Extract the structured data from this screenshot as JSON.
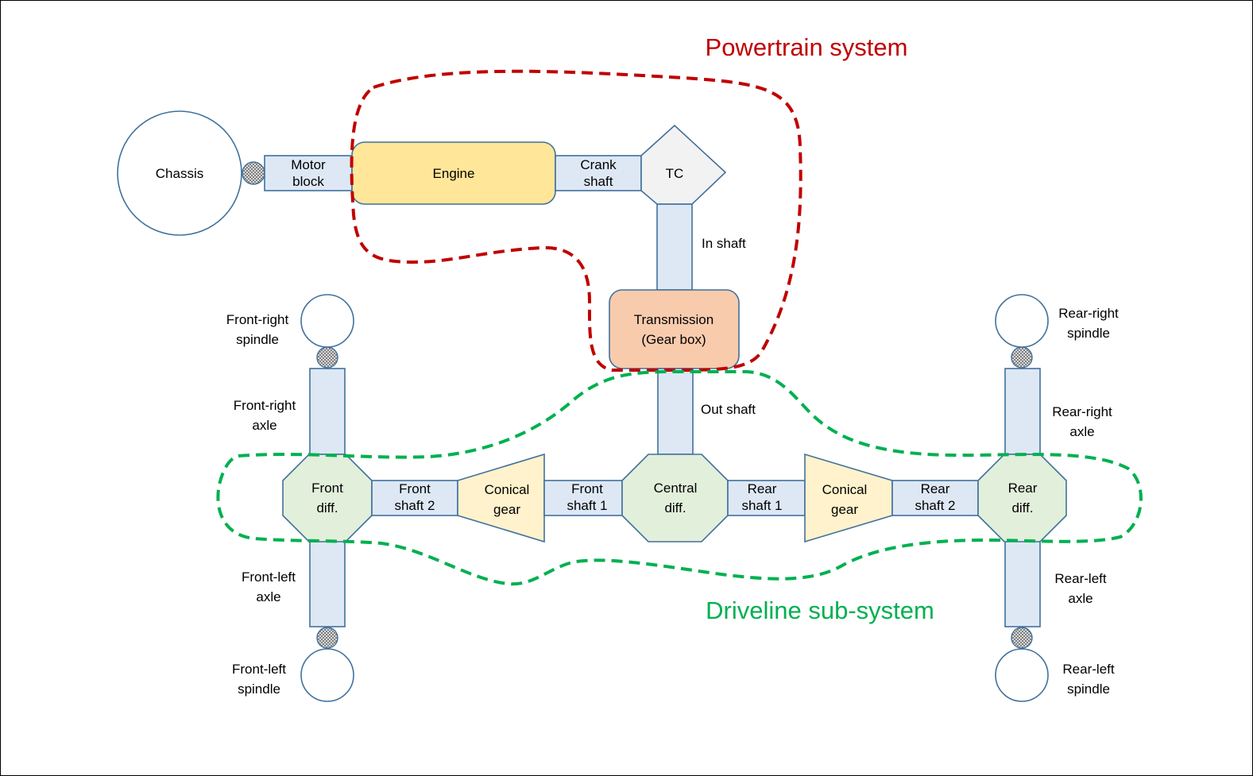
{
  "colors": {
    "powertrain": "#c00000",
    "driveline": "#00b050",
    "shaft_fill": "#dee8f5",
    "engine_fill": "#ffe699",
    "tc_fill": "#f2f2f2",
    "transmission_fill": "#f8cbad",
    "diff_fill": "#e2efda",
    "conical_fill": "#fff2cc",
    "outline": "#41719c"
  },
  "groups": {
    "powertrain": "Powertrain system",
    "driveline": "Driveline sub-system"
  },
  "nodes": {
    "chassis": "Chassis",
    "motor_block": [
      "Motor",
      "block"
    ],
    "engine": "Engine",
    "crank_shaft": [
      "Crank",
      "shaft"
    ],
    "tc": "TC",
    "in_shaft": "In shaft",
    "transmission": [
      "Transmission",
      "(Gear box)"
    ],
    "out_shaft": "Out shaft",
    "front_diff": [
      "Front",
      "diff."
    ],
    "front_shaft_2": [
      "Front",
      "shaft 2"
    ],
    "conical_gear_front": [
      "Conical",
      "gear"
    ],
    "front_shaft_1": [
      "Front",
      "shaft 1"
    ],
    "central_diff": [
      "Central",
      "diff."
    ],
    "rear_shaft_1": [
      "Rear",
      "shaft 1"
    ],
    "conical_gear_rear": [
      "Conical",
      "gear"
    ],
    "rear_shaft_2": [
      "Rear",
      "shaft 2"
    ],
    "rear_diff": [
      "Rear",
      "diff."
    ],
    "front_right_spindle": [
      "Front-right",
      "spindle"
    ],
    "front_right_axle": [
      "Front-right",
      "axle"
    ],
    "front_left_axle": [
      "Front-left",
      "axle"
    ],
    "front_left_spindle": [
      "Front-left",
      "spindle"
    ],
    "rear_right_spindle": [
      "Rear-right",
      "spindle"
    ],
    "rear_right_axle": [
      "Rear-right",
      "axle"
    ],
    "rear_left_axle": [
      "Rear-left",
      "axle"
    ],
    "rear_left_spindle": [
      "Rear-left",
      "spindle"
    ]
  }
}
